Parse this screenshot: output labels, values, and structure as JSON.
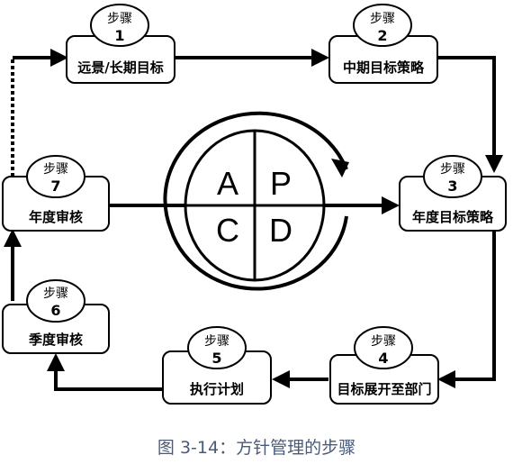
{
  "steps": [
    {
      "id": "1",
      "word": "步骤",
      "num": "1",
      "label": "远景/长期目标"
    },
    {
      "id": "2",
      "word": "步骤",
      "num": "2",
      "label": "中期目标策略"
    },
    {
      "id": "3",
      "word": "步骤",
      "num": "3",
      "label": "年度目标策略"
    },
    {
      "id": "4",
      "word": "步骤",
      "num": "4",
      "label": "目标展开至部门"
    },
    {
      "id": "5",
      "word": "步骤",
      "num": "5",
      "label": "执行计划"
    },
    {
      "id": "6",
      "word": "步骤",
      "num": "6",
      "label": "季度审核"
    },
    {
      "id": "7",
      "word": "步骤",
      "num": "7",
      "label": "年度审核"
    }
  ],
  "pdca": {
    "a": "A",
    "p": "P",
    "c": "C",
    "d": "D"
  },
  "caption": "图 3-14：方针管理的步骤",
  "colors": {
    "line": "#000000",
    "caption": "#4a5a78",
    "background": "#ffffff"
  }
}
